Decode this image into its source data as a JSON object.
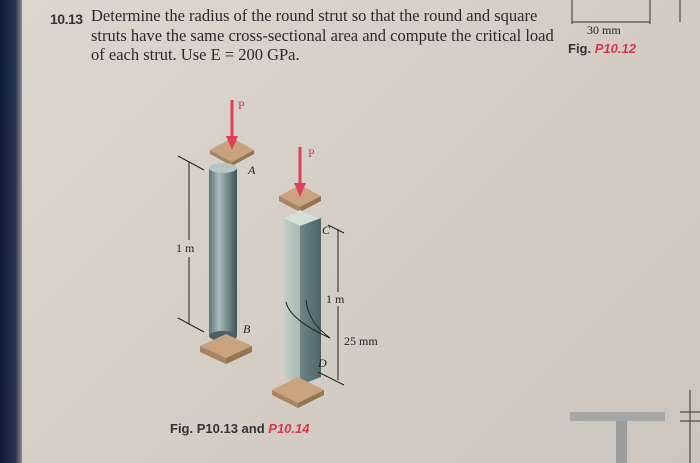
{
  "problem": {
    "number": "10.13",
    "text": "Determine the radius of the round strut so that the round and square struts have the same cross-sectional area and compute the critical load of each strut. Use E = 200 GPa."
  },
  "fig_p10_12": {
    "dimension": "30 mm",
    "caption_prefix": "Fig.",
    "caption_ref": "P10.12"
  },
  "figure": {
    "load_label_round": "P",
    "load_label_square": "P",
    "point_a": "A",
    "point_b": "B",
    "point_c": "C",
    "point_d": "D",
    "length_round": "1 m",
    "length_square": "1 m",
    "side_dimension": "25 mm",
    "caption_prefix": "Fig. P10.13 and",
    "caption_ref": "P10.14"
  },
  "colors": {
    "load_arrow": "#e0405a",
    "accent_ref": "#d8384e"
  }
}
